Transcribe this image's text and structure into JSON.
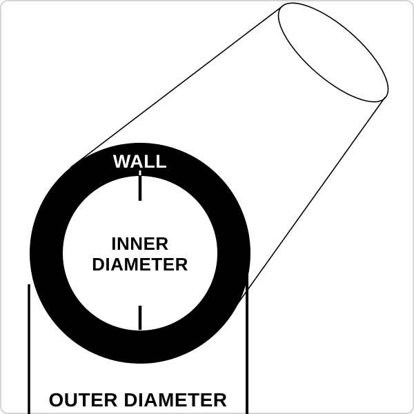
{
  "figure": {
    "labels": {
      "wall": "WALL",
      "inner_diameter_line1": "INNER",
      "inner_diameter_line2": "DIAMETER",
      "outer_diameter": "OUTER DIAMETER"
    },
    "colors": {
      "ink": "#000000",
      "background": "#ffffff",
      "wall_label": "#ffffff",
      "frame_border": "#c9c9c9"
    }
  }
}
